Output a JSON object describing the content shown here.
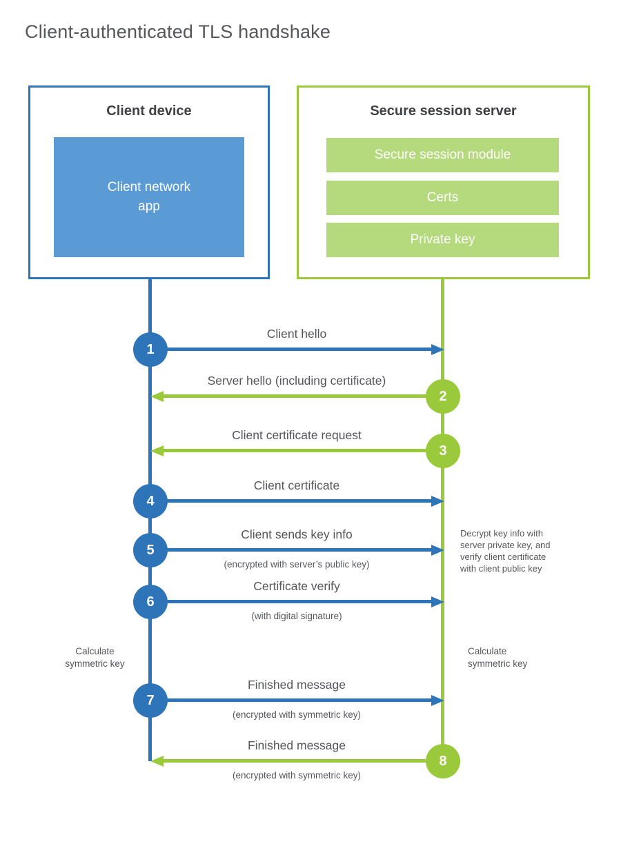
{
  "page": {
    "title": "Client-authenticated TLS handshake"
  },
  "client": {
    "title": "Client device",
    "app_label": "Client network\napp"
  },
  "server": {
    "title": "Secure session server",
    "modules": [
      "Secure session module",
      "Certs",
      "Private key"
    ]
  },
  "messages": [
    {
      "step": "1",
      "from": "client",
      "label": "Client hello",
      "sublabel": ""
    },
    {
      "step": "2",
      "from": "server",
      "label": "Server hello (including certificate)",
      "sublabel": ""
    },
    {
      "step": "3",
      "from": "server",
      "label": "Client certificate request",
      "sublabel": ""
    },
    {
      "step": "4",
      "from": "client",
      "label": "Client certificate",
      "sublabel": ""
    },
    {
      "step": "5",
      "from": "client",
      "label": "Client sends key info",
      "sublabel": "(encrypted with server’s public key)"
    },
    {
      "step": "6",
      "from": "client",
      "label": "Certificate verify",
      "sublabel": "(with digital signature)"
    },
    {
      "step": "7",
      "from": "client",
      "label": "Finished message",
      "sublabel": "(encrypted with symmetric key)"
    },
    {
      "step": "8",
      "from": "server",
      "label": "Finished message",
      "sublabel": "(encrypted with symmetric key)"
    }
  ],
  "annotations": {
    "decrypt_note": "Decrypt key info with\nserver private key, and\nverify client certificate\nwith client public key",
    "calc_left": "Calculate\nsymmetric key",
    "calc_right": "Calculate\nsymmetric key"
  },
  "colors": {
    "client_blue": "#2e74b9",
    "client_fill": "#5b9bd5",
    "server_green": "#9aca3b",
    "server_fill": "#b4da7d",
    "label_gray": "#54565b",
    "heading_dark": "#3f4145"
  }
}
